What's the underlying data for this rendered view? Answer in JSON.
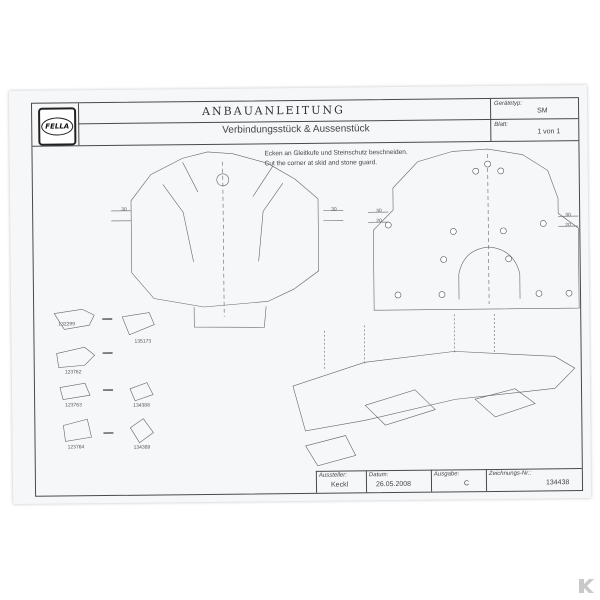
{
  "header": {
    "logo": "FELLA",
    "title": "ANBAUANLEITUNG",
    "subtitle": "Verbindungsstück & Aussenstück",
    "device_type_label": "Gerätetyp:",
    "device_type_value": "SM",
    "sheet_label": "Blatt:",
    "sheet_value": "1 von 1"
  },
  "instructions": {
    "german": "Ecken an Gleitkufe und Steinschutz beschneiden.",
    "english": "Cut the corner at skid and stone guard."
  },
  "dimensions": [
    "30",
    "30",
    "30",
    "20",
    "30",
    "20"
  ],
  "parts": {
    "p1": "132299",
    "p2": "123762",
    "p3": "135173",
    "p4": "123763",
    "p5": "134388",
    "p6": "123764",
    "p7": "134389"
  },
  "footer": {
    "issuer_label": "Aussteller:",
    "issuer_value": "Keckl",
    "date_label": "Datum:",
    "date_value": "26.05.2008",
    "edition_label": "Ausgabe:",
    "edition_value": "C",
    "drawing_label": "Zeichnungs-Nr.:",
    "drawing_value": "134438"
  },
  "brand_icon": "k-brand-icon",
  "colors": {
    "paper": "#f6f7f9",
    "ink": "#4a4a4a"
  }
}
